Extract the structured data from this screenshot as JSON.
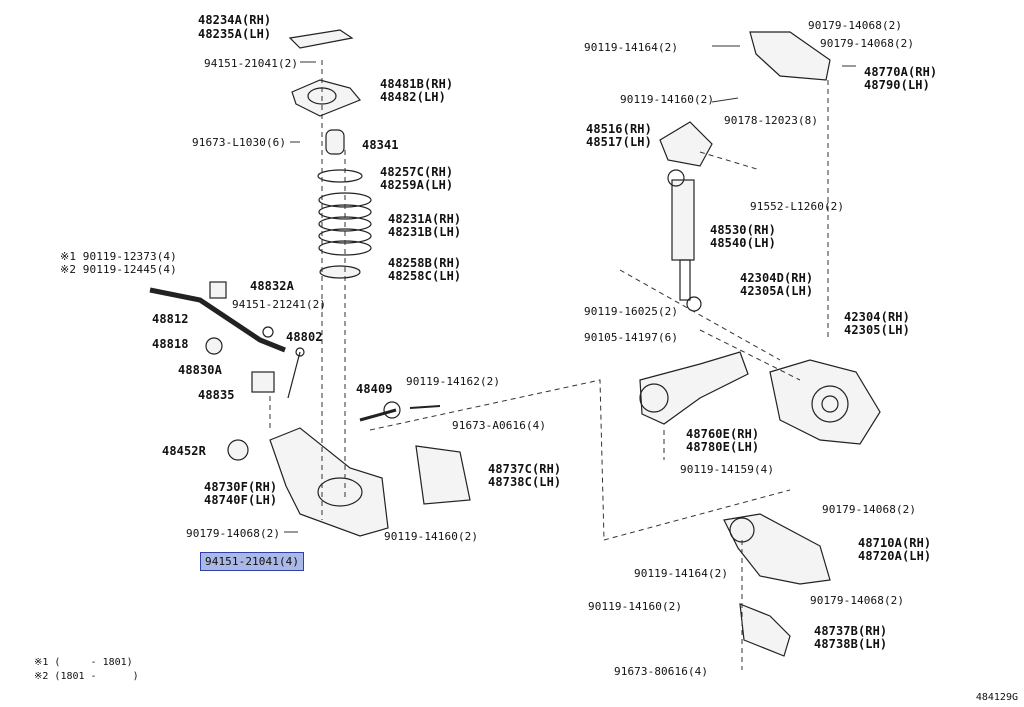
{
  "labels": {
    "p48234": "48234A(RH)",
    "p48235": "48235A(LH)",
    "p94151a": "94151-21041(2)",
    "p48481": "48481B(RH)",
    "p48482": "48482(LH)",
    "p91673a": "91673-L1030(6)",
    "p48341": "48341",
    "p48257": "48257C(RH)",
    "p48259": "48259A(LH)",
    "p48231": "48231A(RH)",
    "p48231b": "48231B(LH)",
    "p48258": "48258B(RH)",
    "p48258c": "48258C(LH)",
    "p90119_12373": "※1 90119-12373(4)",
    "p90119_12445": "※2 90119-12445(4)",
    "p48832": "48832A",
    "p94151b": "94151-21241(2)",
    "p48812": "48812",
    "p48802": "48802",
    "p48818": "48818",
    "p48830": "48830A",
    "p48835": "48835",
    "p48409": "48409",
    "p90119_14162": "90119-14162(2)",
    "p91673_a0616": "91673-A0616(4)",
    "p48452": "48452R",
    "p48737": "48737C(RH)",
    "p48738": "48738C(LH)",
    "p48730": "48730F(RH)",
    "p48740": "48740F(LH)",
    "p90179a": "90179-14068(2)",
    "p90119_14160a": "90119-14160(2)",
    "p94151_sel": "94151-21041(4)",
    "p90179b": "90179-14068(2)",
    "p90179c": "90179-14068(2)",
    "p90119_14164a": "90119-14164(2)",
    "p48770": "48770A(RH)",
    "p48790": "48790(LH)",
    "p90119_14160b": "90119-14160(2)",
    "p48516": "48516(RH)",
    "p48517": "48517(LH)",
    "p90178": "90178-12023(8)",
    "p91552": "91552-L1260(2)",
    "p48530": "48530(RH)",
    "p48540": "48540(LH)",
    "p42304d": "42304D(RH)",
    "p42305a": "42305A(LH)",
    "p90119_16025": "90119-16025(2)",
    "p42304": "42304(RH)",
    "p42305": "42305(LH)",
    "p90105": "90105-14197(6)",
    "p48760": "48760E(RH)",
    "p48780": "48780E(LH)",
    "p90119_14159": "90119-14159(4)",
    "p90179d": "90179-14068(2)",
    "p48710": "48710A(RH)",
    "p48720": "48720A(LH)",
    "p90119_14164b": "90119-14164(2)",
    "p90179e": "90179-14068(2)",
    "p90119_14160c": "90119-14160(2)",
    "p48737b": "48737B(RH)",
    "p48738b": "48738B(LH)",
    "p91673_80616": "91673-80616(4)"
  },
  "notes": {
    "n1": "※1 (     - 1801)",
    "n2": "※2 (1801 -      )"
  },
  "diagram_id": "484129G",
  "colors": {
    "selected_fill": "#a9b8e6",
    "selected_border": "#3140a8",
    "ink": "#111111"
  }
}
